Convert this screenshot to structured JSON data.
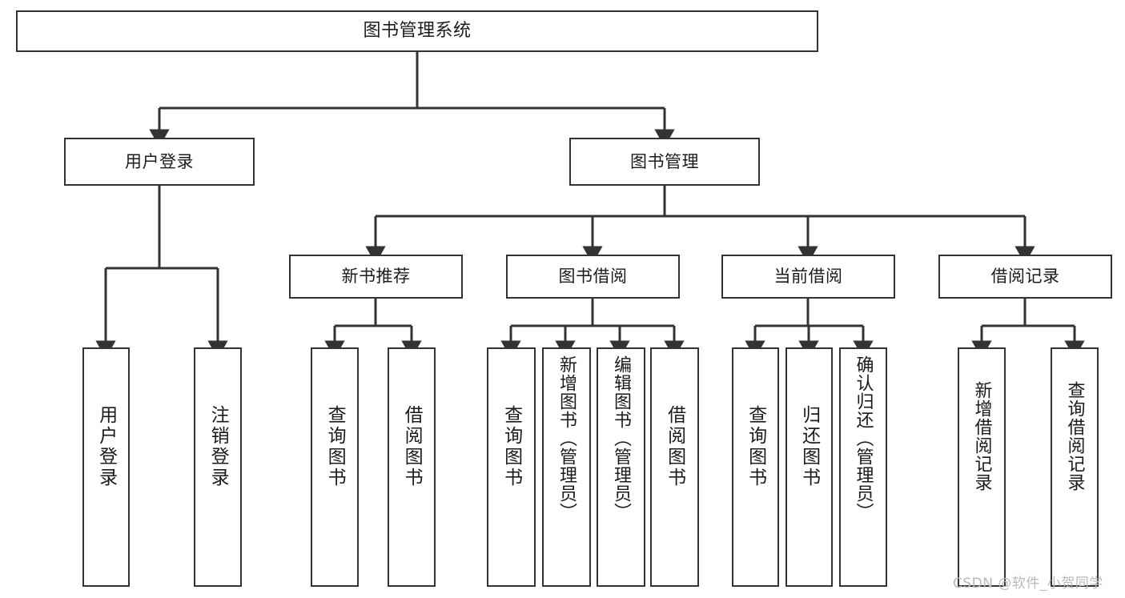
{
  "diagram": {
    "title": "图书管理系统",
    "type": "tree",
    "root": {
      "label": "图书管理系统"
    },
    "level1": [
      {
        "label": "用户登录"
      },
      {
        "label": "图书管理"
      }
    ],
    "level2": [
      {
        "label": "新书推荐"
      },
      {
        "label": "图书借阅"
      },
      {
        "label": "当前借阅"
      },
      {
        "label": "借阅记录"
      }
    ],
    "leaves": {
      "user_login": [
        {
          "label": "用户登录"
        },
        {
          "label": "注销登录"
        }
      ],
      "new_book_recommend": [
        {
          "label": "查询图书"
        },
        {
          "label": "借阅图书"
        }
      ],
      "book_borrow": [
        {
          "label": "查询图书"
        },
        {
          "label": "新增图书（管理员）"
        },
        {
          "label": "编辑图书（管理员）"
        },
        {
          "label": "借阅图书"
        }
      ],
      "current_borrow": [
        {
          "label": "查询图书"
        },
        {
          "label": "归还图书"
        },
        {
          "label": "确认归还（管理员）"
        }
      ],
      "borrow_record": [
        {
          "label": "新增借阅记录"
        },
        {
          "label": "查询借阅记录"
        }
      ]
    }
  },
  "watermark": {
    "text": "CSDN @软件_小贺同学"
  },
  "colors": {
    "stroke": "#333333",
    "box_fill": "#ffffff",
    "text": "#1b1b1b",
    "watermark": "#b9b9b9",
    "background": "#ffffff"
  }
}
